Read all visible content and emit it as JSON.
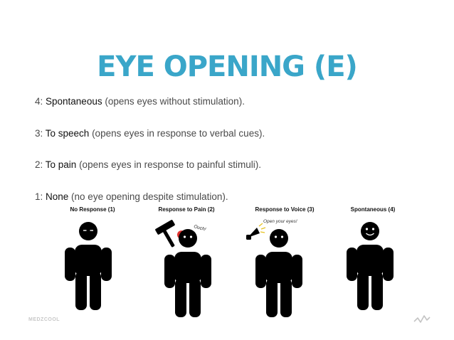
{
  "title": "EYE OPENING (E)",
  "items": [
    {
      "prefix": "4: ",
      "term": "Spontaneous",
      "desc": " (opens eyes without stimulation)."
    },
    {
      "prefix": "3: ",
      "term": "To speech",
      "desc": " (opens eyes in response to verbal cues)."
    },
    {
      "prefix": "2: ",
      "term": "To pain",
      "desc": " (opens eyes in response to painful stimuli)."
    },
    {
      "prefix": "1: ",
      "term": "None",
      "desc": " (no eye opening despite stimulation)."
    }
  ],
  "figures": [
    {
      "label": "No Response (1)"
    },
    {
      "label": "Response to Pain (2)",
      "bubble": "Ouch!"
    },
    {
      "label": "Response to Voice (3)",
      "bubble": "Open your eyes!"
    },
    {
      "label": "Spontaneous (4)"
    }
  ],
  "footer": {
    "brand": "MEDZCOOL"
  },
  "colors": {
    "title": "#3aa6c9",
    "figure": "#000000",
    "pain": "#e0322f"
  },
  "icons": [
    "hammer-icon",
    "megaphone-icon",
    "medzcool-logo-icon"
  ]
}
